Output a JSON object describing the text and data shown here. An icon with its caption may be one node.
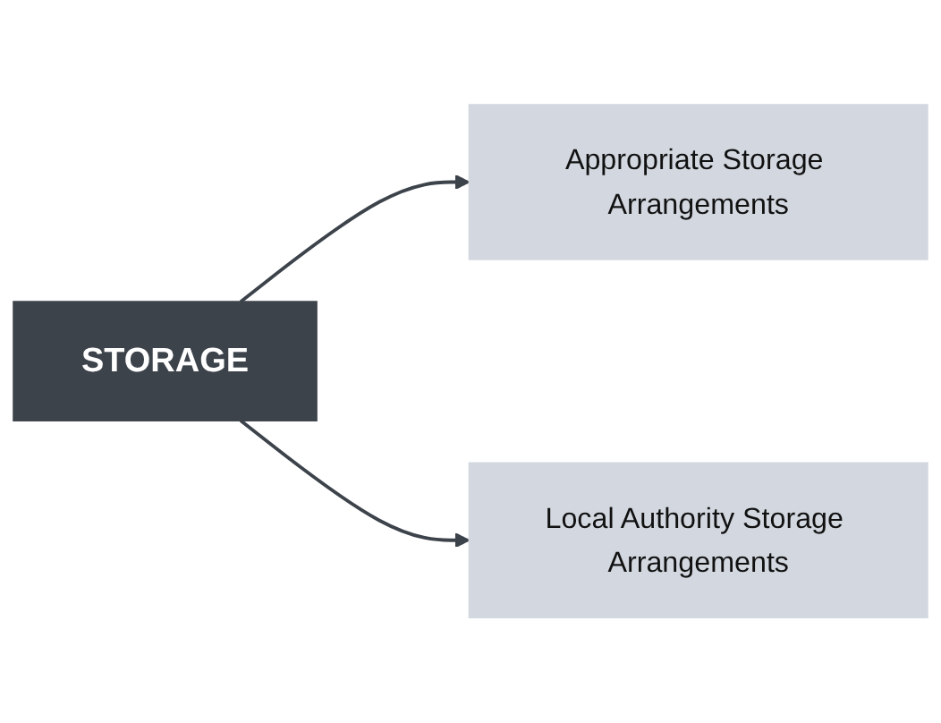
{
  "diagram": {
    "nodes": [
      {
        "text": [
          "STORAGE"
        ]
      },
      {
        "text": [
          "Appropriate Storage Arrangements"
        ]
      },
      {
        "text": [
          "Local Authority Storage Arrangements"
        ]
      }
    ],
    "edges": [
      {
        "from": 0,
        "to": 1,
        "arrow": "to"
      },
      {
        "from": 0,
        "to": 2,
        "arrow": "to"
      }
    ]
  }
}
